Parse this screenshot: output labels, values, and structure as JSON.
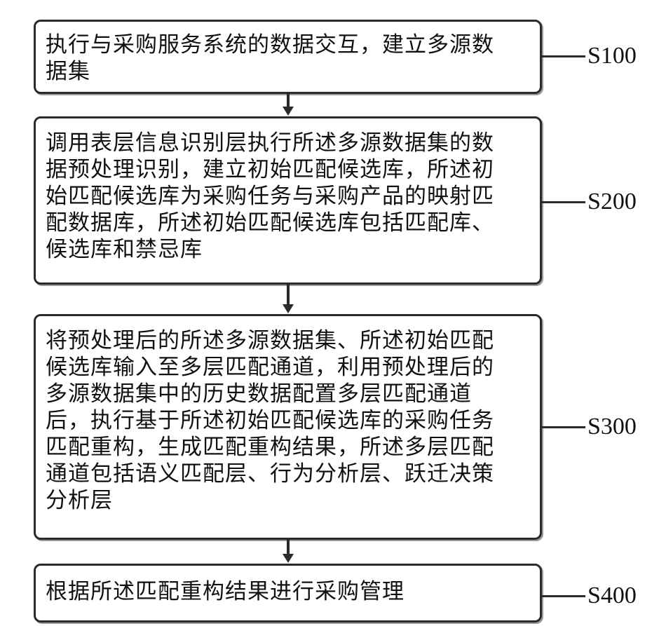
{
  "steps": [
    {
      "id": "S100",
      "text": "执行与采购服务系统的数据交互，建立多源数\n据集"
    },
    {
      "id": "S200",
      "text": "调用表层信息识别层执行所述多源数据集的数\n据预处理识别，建立初始匹配候选库，所述初\n始匹配候选库为采购任务与采购产品的映射匹\n配数据库，所述初始匹配候选库包括匹配库、\n候选库和禁忌库"
    },
    {
      "id": "S300",
      "text": "将预处理后的所述多源数据集、所述初始匹配\n候选库输入至多层匹配通道，利用预处理后的\n多源数据集中的历史数据配置多层匹配通道\n后，执行基于所述初始匹配候选库的采购任务\n匹配重构，生成匹配重构结果，所述多层匹配\n通道包括语义匹配层、行为分析层、跃迁决策\n分析层"
    },
    {
      "id": "S400",
      "text": "根据所述匹配重构结果进行采购管理"
    }
  ],
  "colors": {
    "stroke": "#2a2a2a",
    "text": "#111111",
    "background": "#ffffff"
  }
}
